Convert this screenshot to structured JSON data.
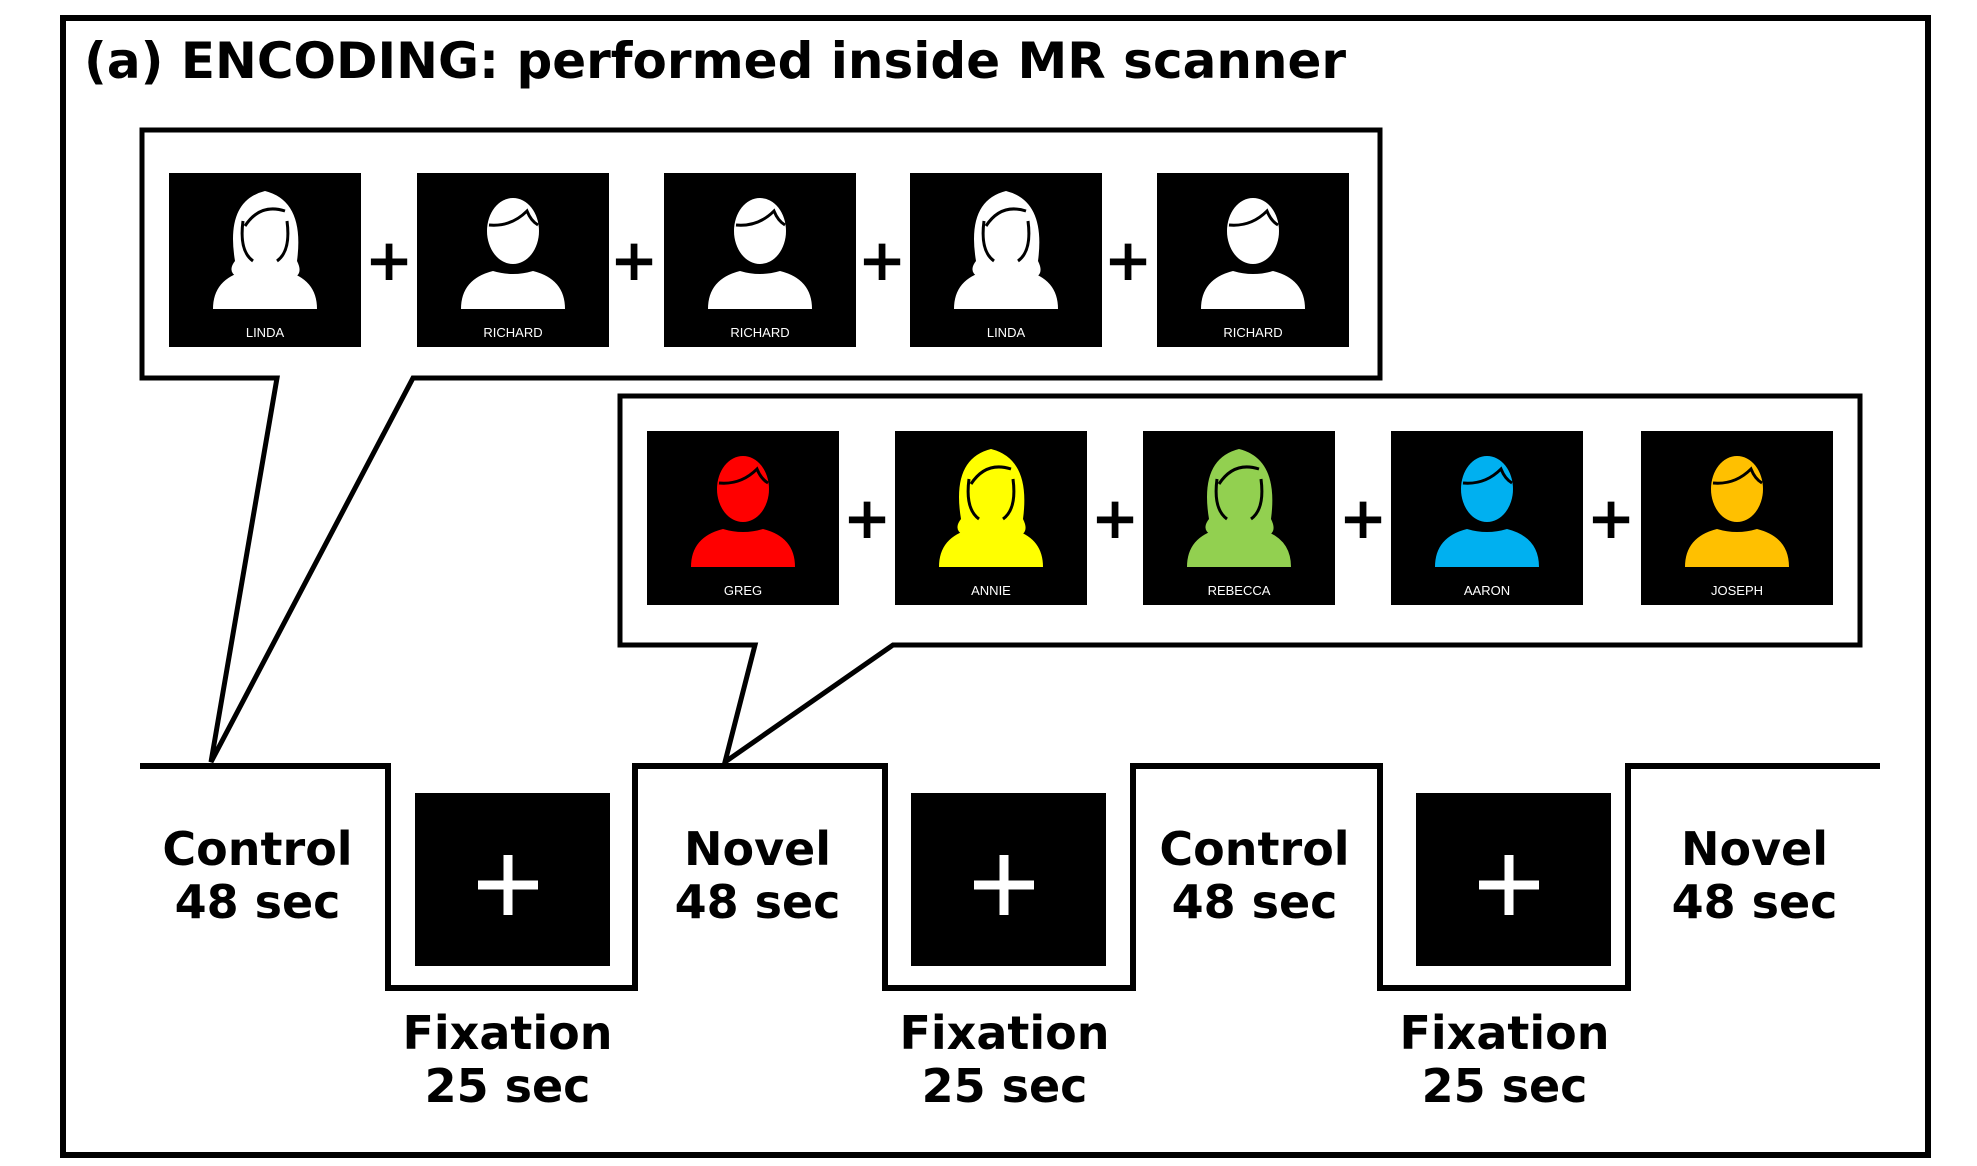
{
  "title": "(a) ENCODING: performed inside MR scanner",
  "control_row": {
    "faces": [
      {
        "name": "LINDA",
        "gender": "female",
        "color": "#ffffff"
      },
      {
        "name": "RICHARD",
        "gender": "male",
        "color": "#ffffff"
      },
      {
        "name": "RICHARD",
        "gender": "male",
        "color": "#ffffff"
      },
      {
        "name": "LINDA",
        "gender": "female",
        "color": "#ffffff"
      },
      {
        "name": "RICHARD",
        "gender": "male",
        "color": "#ffffff"
      }
    ]
  },
  "novel_row": {
    "faces": [
      {
        "name": "GREG",
        "gender": "male",
        "color": "#ff0000"
      },
      {
        "name": "ANNIE",
        "gender": "female",
        "color": "#ffff00"
      },
      {
        "name": "REBECCA",
        "gender": "female",
        "color": "#92d050"
      },
      {
        "name": "AARON",
        "gender": "male",
        "color": "#00b0f0"
      },
      {
        "name": "JOSEPH",
        "gender": "male",
        "color": "#ffc000"
      }
    ]
  },
  "timeline": {
    "blocks": [
      {
        "label": "Control",
        "duration": "48 sec"
      },
      {
        "label": "Fixation",
        "duration": "25 sec"
      },
      {
        "label": "Novel",
        "duration": "48 sec"
      },
      {
        "label": "Fixation",
        "duration": "25 sec"
      },
      {
        "label": "Control",
        "duration": "48 sec"
      },
      {
        "label": "Fixation",
        "duration": "25 sec"
      },
      {
        "label": "Novel",
        "duration": "48 sec"
      }
    ]
  },
  "separator_symbol": "+",
  "fixation_symbol": "+",
  "colors": {
    "frame": "#000000",
    "tile": "#000000",
    "fixation_cross": "#ffffff"
  }
}
